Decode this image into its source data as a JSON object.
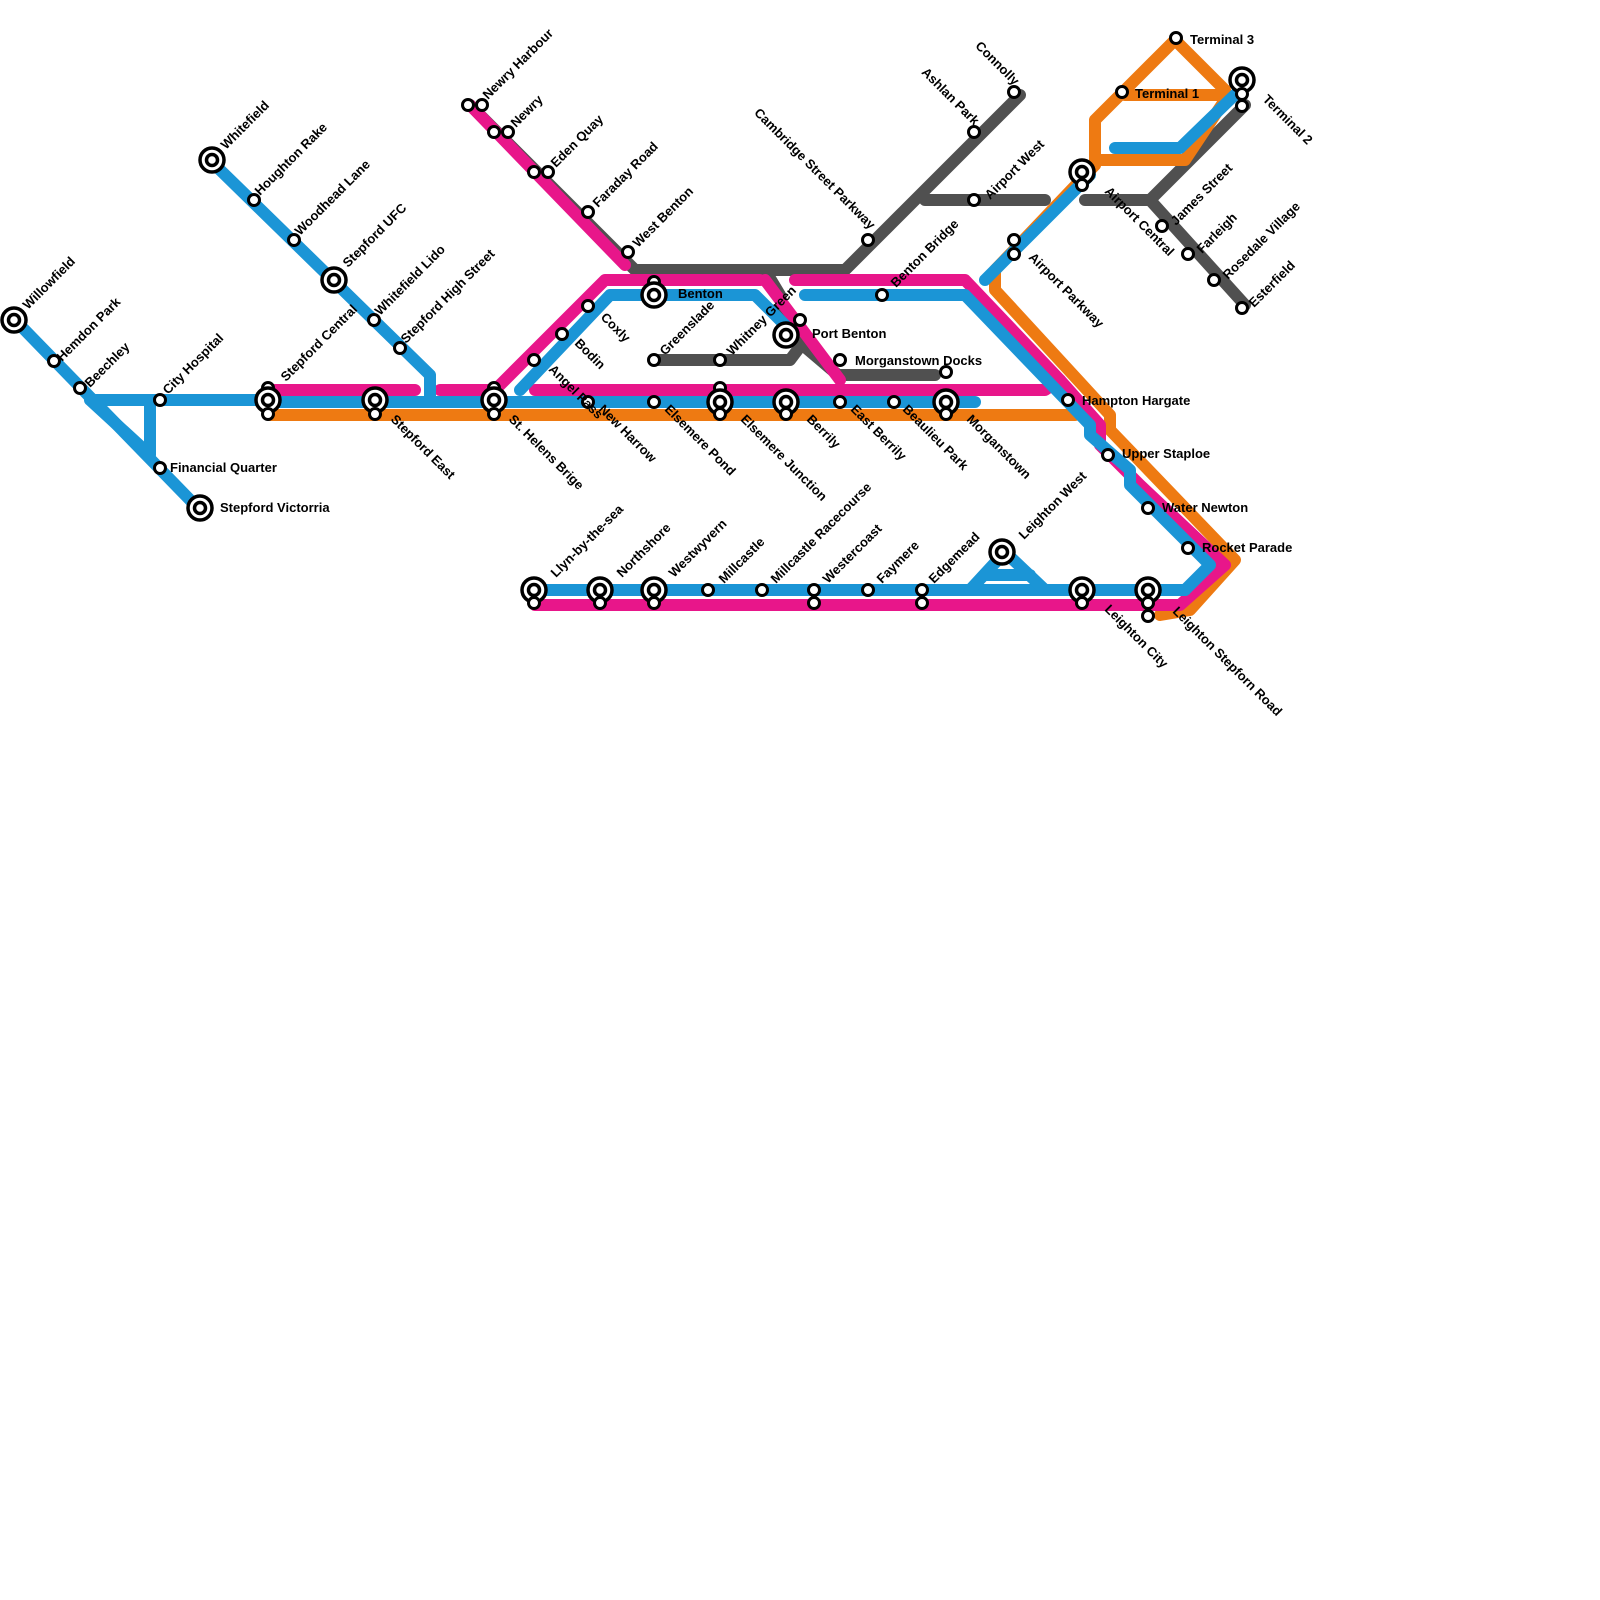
{
  "lines": [
    {
      "id": "blue",
      "color": "#1b95d6"
    },
    {
      "id": "magenta",
      "color": "#e8168a"
    },
    {
      "id": "orange",
      "color": "#ee7a12"
    },
    {
      "id": "grey",
      "color": "#505050"
    }
  ],
  "stations": {
    "willowfield": "Willowfield",
    "hemdon_park": "Hemdon Park",
    "beechley": "Beechley",
    "city_hospital": "City Hospital",
    "financial_quarter": "Financial Quarter",
    "stepford_victoria": "Stepford Victorria",
    "whitefield": "Whitefield",
    "houghton_rake": "Houghton Rake",
    "woodhead_lane": "Woodhead Lane",
    "stepford_ufc": "Stepford UFC",
    "whitefield_lido": "Whitefield Lido",
    "stepford_high_street": "Stepford High Street",
    "stepford_central": "Stepford Central",
    "stepford_east": "Stepford East",
    "st_helens_bridge": "St. Helens Brige",
    "newry_harbour": "Newry Harbour",
    "newry": "Newry",
    "eden_quay": "Eden Quay",
    "faraday_road": "Faraday Road",
    "west_benton": "West Benton",
    "benton": "Benton",
    "coxly": "Coxly",
    "bodin": "Bodin",
    "angel_pass": "Angel Pass",
    "new_harrow": "New Harrow",
    "greenslade": "Greenslade",
    "elsemere_pond": "Elsemere Pond",
    "whitney_green": "Whitney Green",
    "elsemere_junction": "Elsemere Junction",
    "port_benton": "Port Benton",
    "berrily": "Berrily",
    "morganstown_docks": "Morganstown Docks",
    "east_berrily": "East Berrily",
    "beaulieu_park": "Beaulieu Park",
    "morganstown": "Morganstown",
    "benton_bridge": "Benton Bridge",
    "cambridge_street_parkway": "Cambridge Street Parkway",
    "ashlan_park": "Ashlan Park",
    "connolly": "Connolly",
    "airport_west": "Airport West",
    "airport_parkway": "Airport Parkway",
    "airport_central": "Airport Central",
    "hampton_hargate": "Hampton Hargate",
    "upper_staploe": "Upper Staploe",
    "water_newton": "Water Newton",
    "rocket_parade": "Rocket Parade",
    "terminal_1": "Terminal 1",
    "terminal_2": "Terminal 2",
    "terminal_3": "Terminal 3",
    "james_street": "James Street",
    "farleigh": "Farleigh",
    "rosedale_village": "Rosedale Village",
    "esterfield": "Esterfield",
    "llyn_by_the_sea": "Llyn-by-the-sea",
    "northshore": "Northshore",
    "westwyvern": "Westwyvern",
    "millcastle": "Millcastle",
    "millcastle_racecourse": "Millcastle Racecourse",
    "westercoast": "Westercoast",
    "faymere": "Faymere",
    "edgemead": "Edgemead",
    "leighton_west": "Leighton West",
    "leighton_city": "Leighton City",
    "leighton_stepford_road": "Leighton Stepforn Road"
  }
}
